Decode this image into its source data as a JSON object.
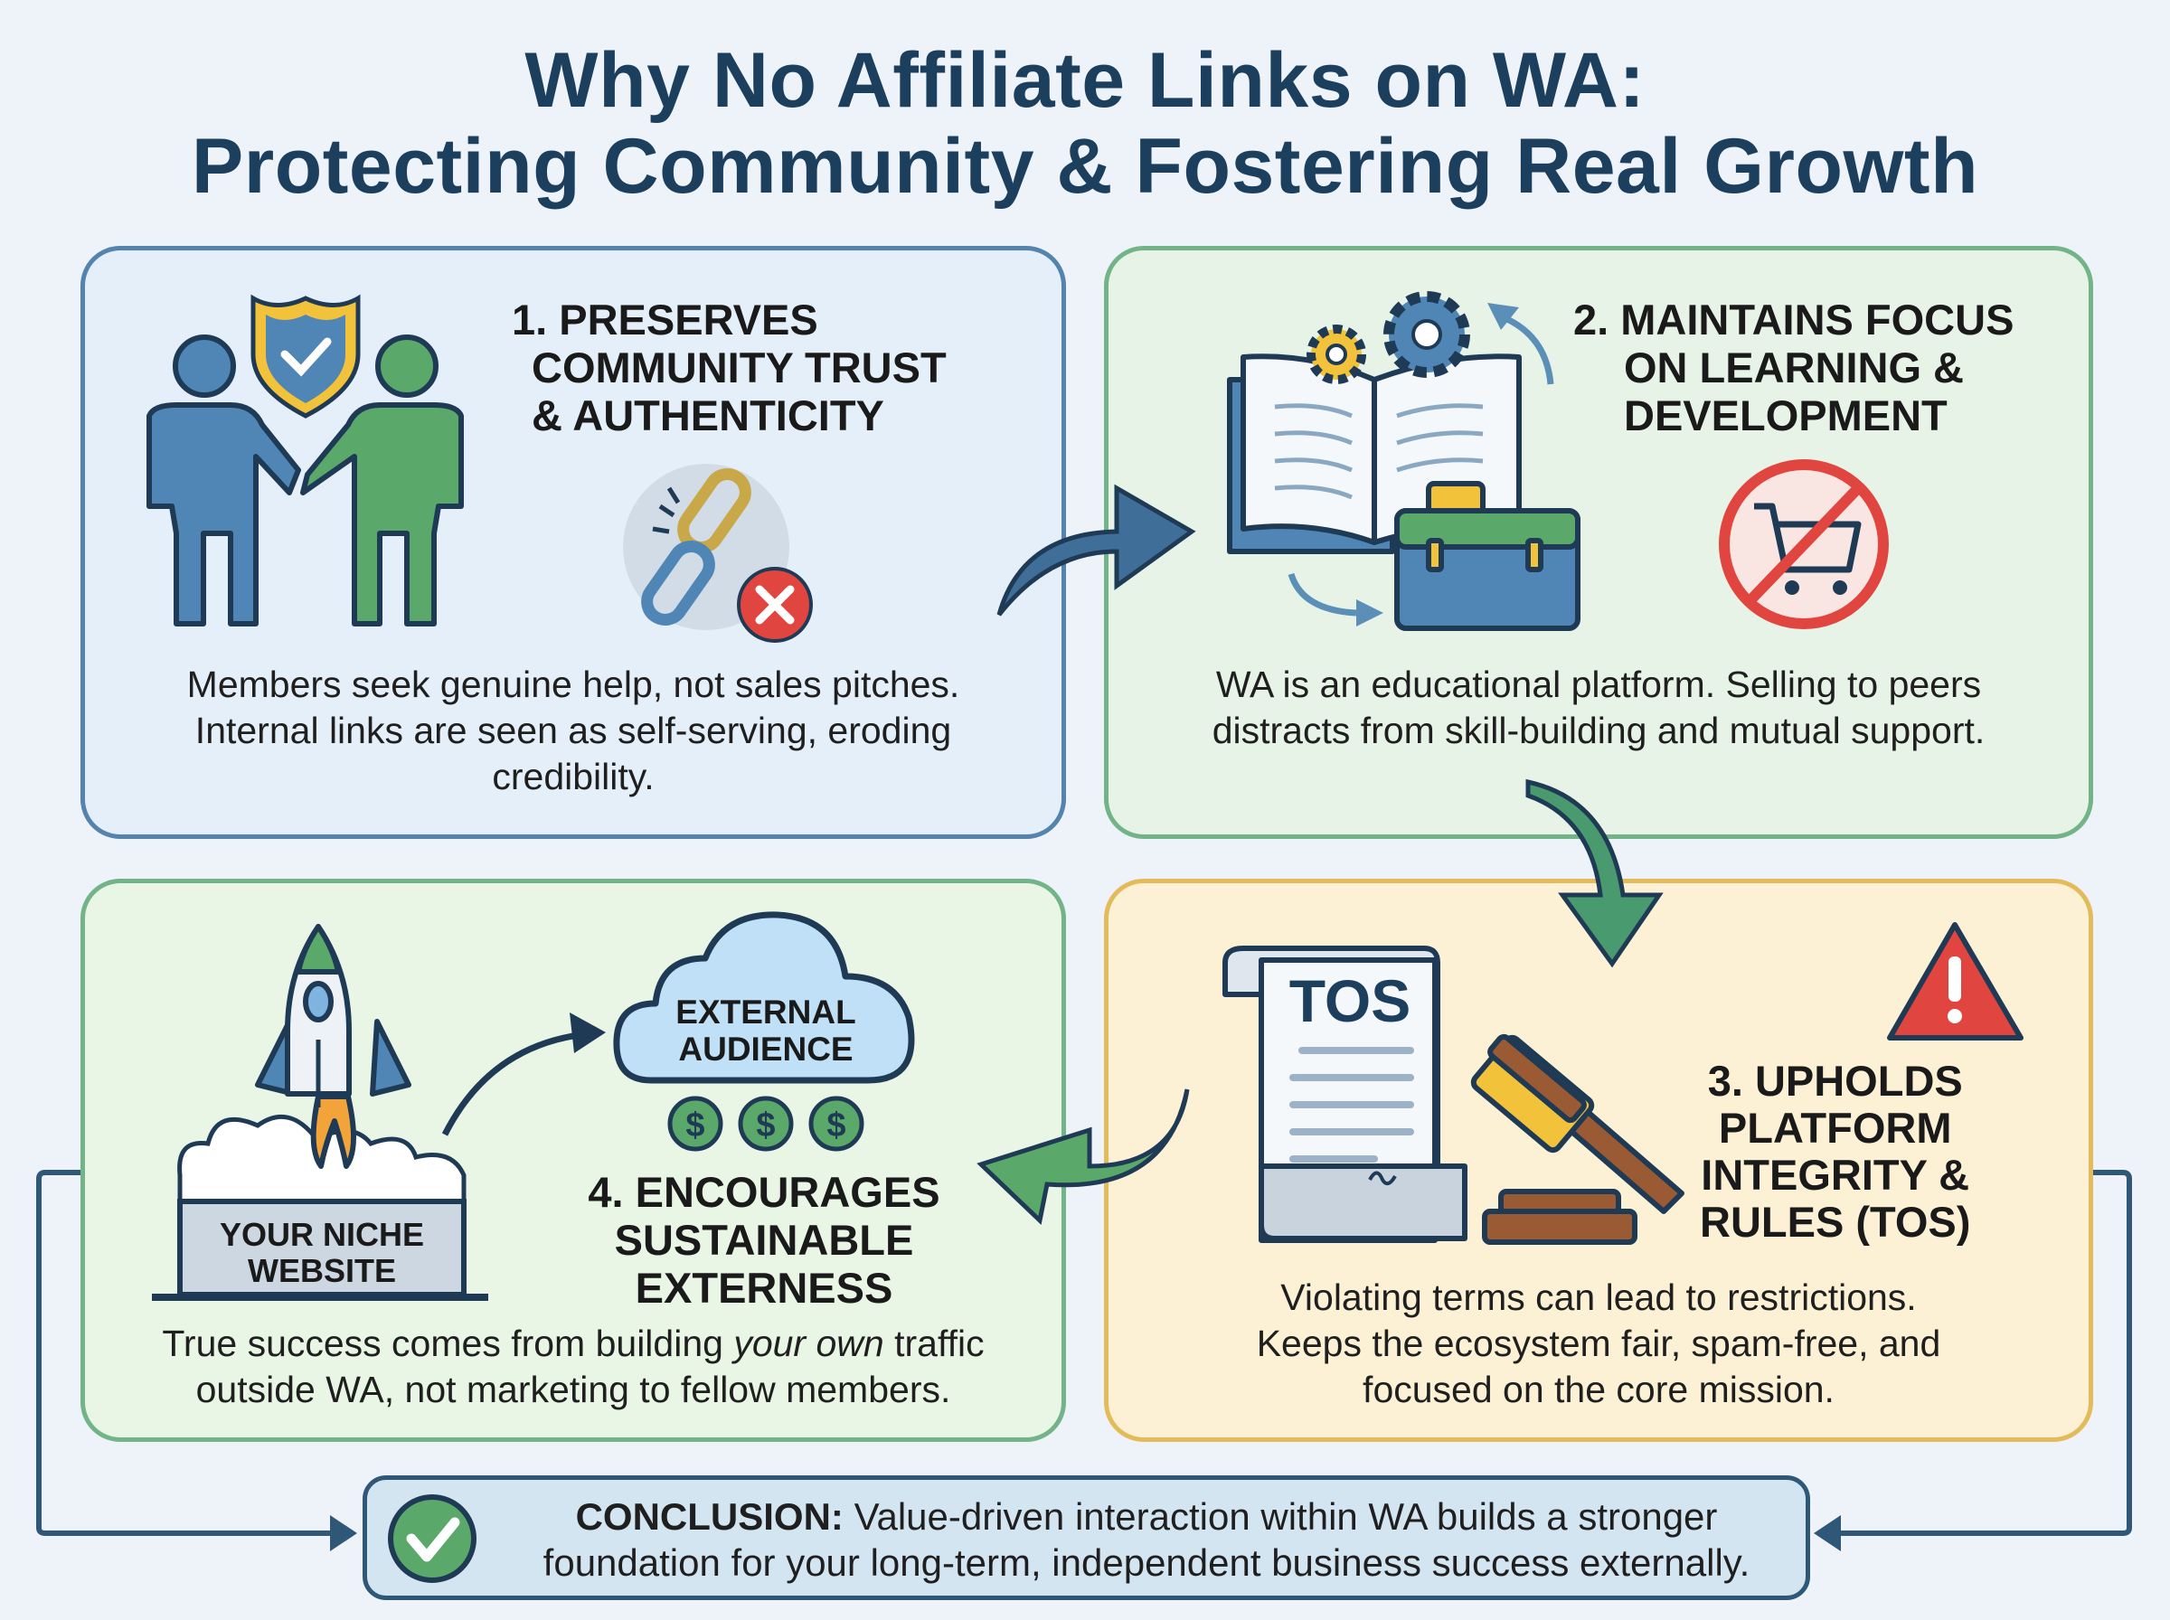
{
  "title": {
    "line1": "Why No Affiliate Links on WA:",
    "line2": "Protecting Community & Fostering Real Growth"
  },
  "panels": [
    {
      "heading": [
        "1. PRESERVES",
        "COMMUNITY TRUST",
        "& AUTHENTICITY"
      ],
      "body": [
        "Members seek genuine help, not sales pitches.",
        "Internal links are seen as self-serving, eroding",
        "credibility."
      ],
      "icons": [
        "handshake-people-icon",
        "shield-check-icon",
        "broken-link-icon",
        "red-x-icon"
      ]
    },
    {
      "heading": [
        "2. MAINTAINS FOCUS",
        "ON LEARNING &",
        "DEVELOPMENT"
      ],
      "body": [
        "WA is an educational platform. Selling to peers",
        "distracts from skill-building and mutual support."
      ],
      "icons": [
        "open-book-icon",
        "gears-icon",
        "briefcase-icon",
        "no-shopping-cart-icon"
      ]
    },
    {
      "heading": [
        "3. UPHOLDS",
        "PLATFORM",
        "INTEGRITY &",
        "RULES (TOS)"
      ],
      "body": [
        "Violating terms can lead to restrictions.",
        "Keeps the ecosystem fair, spam-free, and",
        "focused on the core mission."
      ],
      "scroll_label": "TOS",
      "icons": [
        "tos-scroll-icon",
        "gavel-icon",
        "warning-triangle-icon"
      ]
    },
    {
      "heading": [
        "4. ENCOURAGES",
        "SUSTAINABLE",
        "EXTERNESS"
      ],
      "body_pre": "True success comes from building ",
      "body_em": "your own",
      "body_post": " traffic",
      "body_line2": "outside WA, not marketing to fellow members.",
      "website_label": [
        "YOUR NICHE",
        "WEBSITE"
      ],
      "cloud_label": [
        "EXTERNAL",
        "AUDIENCE"
      ],
      "coin_symbol": "$",
      "icons": [
        "rocket-icon",
        "cloud-icon",
        "dollar-coin-icon"
      ]
    }
  ],
  "conclusion": {
    "label": "CONCLUSION:",
    "text": " Value-driven interaction within WA builds a stronger foundation for your long-term, independent business success externally.",
    "icon": "check-circle-icon"
  },
  "colors": {
    "background": "#edf3f8",
    "title": "#1d3f5e",
    "panel1_border": "#5483ae",
    "panel2_border": "#72b487",
    "panel3_border": "#e3bb5a",
    "panel4_border": "#72b487",
    "accent_blue": "#4a7fab",
    "accent_green": "#5aa86a",
    "accent_red": "#e0453f",
    "accent_yellow": "#f2c23a"
  }
}
